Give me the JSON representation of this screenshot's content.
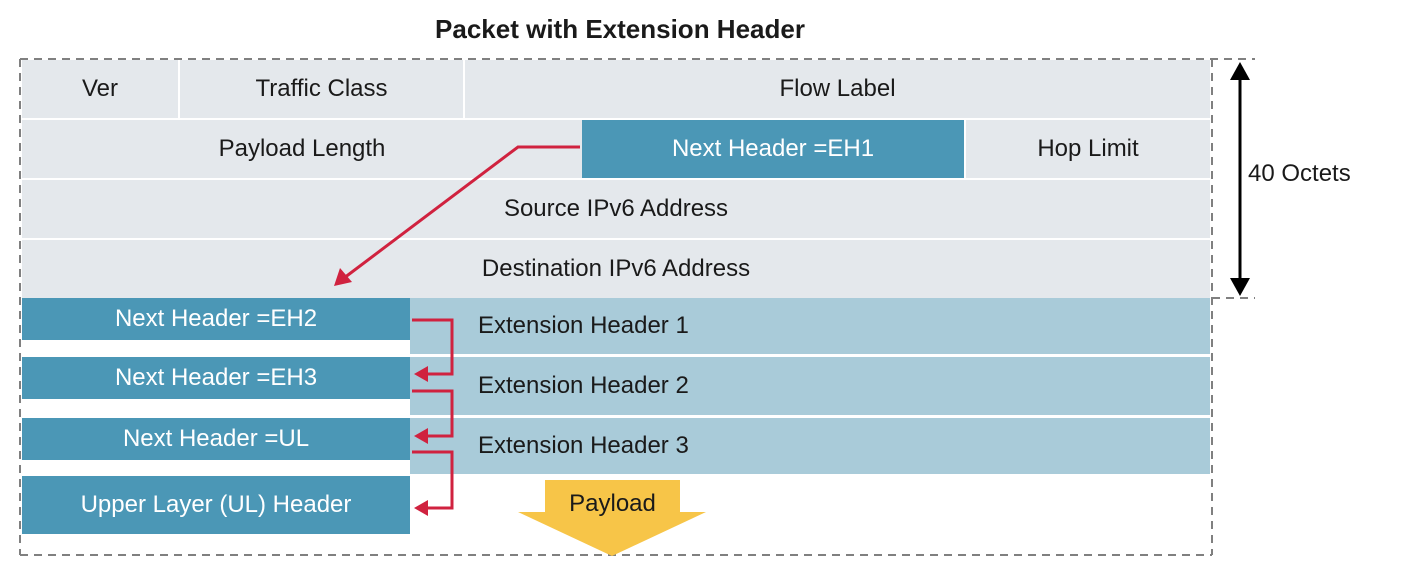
{
  "title": "Packet with Extension Header",
  "ipv6_header": {
    "ver": "Ver",
    "traffic_class": "Traffic Class",
    "flow_label": "Flow Label",
    "payload_length": "Payload Length",
    "next_header": "Next Header =EH1",
    "hop_limit": "Hop Limit",
    "source": "Source IPv6 Address",
    "destination": "Destination IPv6 Address"
  },
  "size_label": "40 Octets",
  "extension_headers": [
    {
      "next_header": "Next Header =EH2",
      "label": "Extension Header 1"
    },
    {
      "next_header": "Next Header =EH3",
      "label": "Extension Header 2"
    },
    {
      "next_header": "Next Header =UL",
      "label": "Extension Header 3"
    }
  ],
  "upper_layer": "Upper Layer (UL) Header",
  "payload": "Payload",
  "colors": {
    "header_fill": "#e4e8ec",
    "extension_fill": "#a9cbd9",
    "next_header_fill": "#4b97b6",
    "arrow": "#d0223f",
    "payload_arrow": "#f7c548"
  }
}
